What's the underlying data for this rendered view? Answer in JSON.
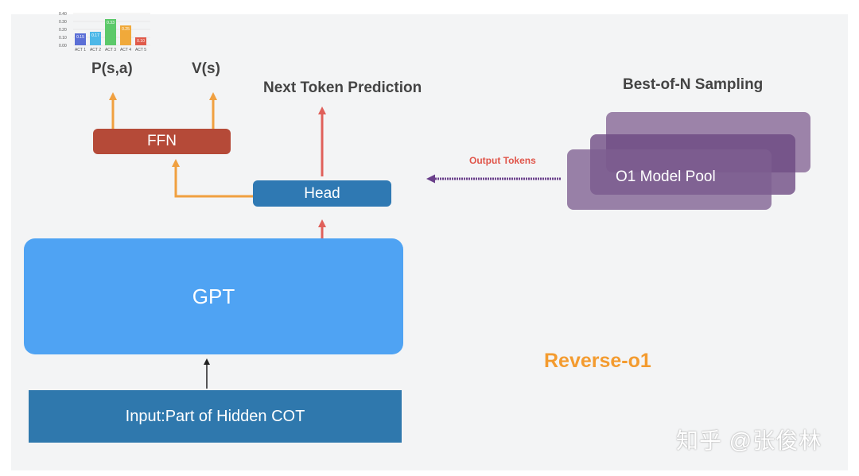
{
  "diagram": {
    "next_token_title": "Next Token Prediction",
    "best_of_n_title": "Best-of-N Sampling",
    "policy_label": "P(s,a)",
    "value_label": "V(s)",
    "ffn_label": "FFN",
    "head_label": "Head",
    "gpt_label": "GPT",
    "input_label": "Input:Part of Hidden COT",
    "output_tokens_label": "Output Tokens",
    "model_pool_label": "O1 Model Pool",
    "project_label": "Reverse-o1",
    "watermark": "知乎 @张俊林"
  },
  "colors": {
    "gpt": "#4fa3f3",
    "input": "#2f78ad",
    "head": "#2f79b3",
    "ffn": "#b54a38",
    "orange_arrow": "#f0a040",
    "red_arrow": "#e0605a",
    "purple_arrow": "#6a3f8a",
    "reverse_o1": "#f39b2f"
  },
  "chart_data": {
    "type": "bar",
    "categories": [
      "ACT 1",
      "ACT 2",
      "ACT 3",
      "ACT 4",
      "ACT 5"
    ],
    "values": [
      0.15,
      0.17,
      0.33,
      0.25,
      0.1
    ],
    "value_labels": [
      "0.15",
      "0.17",
      "0.33",
      "0.25",
      "0.10"
    ],
    "bar_colors": [
      "#5b6fd6",
      "#4db8e8",
      "#5cc96a",
      "#f0a93a",
      "#e05a4a"
    ],
    "yticks": [
      "0.00",
      "0.10",
      "0.20",
      "0.30",
      "0.40"
    ],
    "ylim": [
      0,
      0.4
    ]
  }
}
